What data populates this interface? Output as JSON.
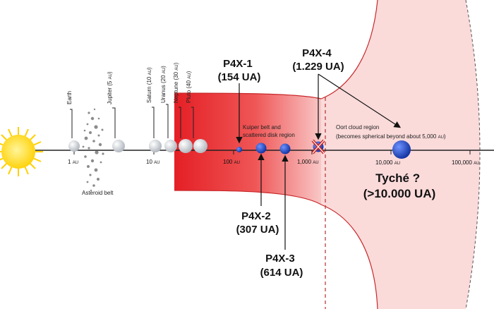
{
  "axis": {
    "ticks": [
      {
        "value": "1",
        "unit": "AU"
      },
      {
        "value": "10",
        "unit": "AU"
      },
      {
        "value": "100",
        "unit": "AU"
      },
      {
        "value": "1,000",
        "unit": "AU"
      },
      {
        "value": "10,000",
        "unit": "AU"
      },
      {
        "value": "100,000",
        "unit": "AU"
      }
    ]
  },
  "bodies": {
    "earth": "Earth",
    "jupiter": "Jupiter (5",
    "saturn": "Saturn (10",
    "uranus": "Uranus (20",
    "neptune": "Neptune (30",
    "pluto": "Pluto (40",
    "au_unit": "AU",
    "close_paren": ")",
    "asteroid_belt": "Asteroid belt"
  },
  "regions": {
    "kuiper_line1": "Kuiper belt and",
    "kuiper_line2": "scattered disk region",
    "oort_line1": "Oort cloud region",
    "oort_line2": "(becomes spherical beyond about 5,000",
    "oort_unit": "AU",
    "oort_close": ")"
  },
  "candidates": {
    "p4x1": {
      "name": "P4X-1",
      "distance": "(154 UA)"
    },
    "p4x2": {
      "name": "P4X-2",
      "distance": "(307 UA)"
    },
    "p4x3": {
      "name": "P4X-3",
      "distance": "(614 UA)"
    },
    "p4x4": {
      "name": "P4X-4",
      "distance": "(1.229 UA)"
    },
    "tyche": {
      "name": "Tyché ?",
      "distance": "(>10.000 UA)"
    }
  },
  "colors": {
    "kuiper_red": "#e8262a",
    "oort_pink": "#fbdada",
    "planet_gray": "#cfd3d8",
    "candidate_blue": "#1f47c9",
    "sun": "#ffd81a",
    "rejected_x": "#cc2020"
  }
}
